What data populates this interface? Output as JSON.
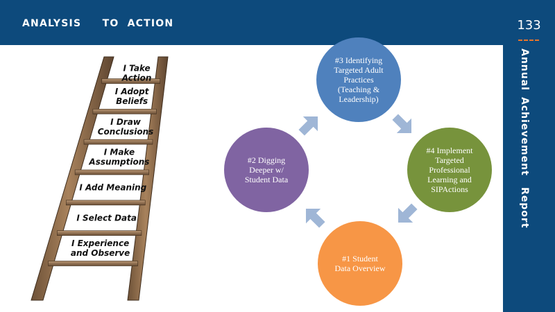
{
  "header": {
    "title": "ANALYSIS     TO  ACTION"
  },
  "sidebar": {
    "page_number": "133",
    "words": [
      "Annual",
      "Achievement",
      "Report"
    ],
    "accent_color": "#e8742a"
  },
  "colors": {
    "brand_blue": "#0d4a7c",
    "arrow": "#9fb6d6"
  },
  "ladder": {
    "rungs": [
      [
        "I Take",
        "Action"
      ],
      [
        "I Adopt",
        "Beliefs"
      ],
      [
        "I Draw",
        "Conclusions"
      ],
      [
        "I Make",
        "Assumptions"
      ],
      [
        "I Add Meaning"
      ],
      [
        "I Select Data"
      ],
      [
        "I Experience",
        "and Observe"
      ]
    ]
  },
  "cycle": {
    "steps": [
      {
        "name": "step-3",
        "lines": [
          "#3 Identifying",
          "Targeted Adult",
          "Practices",
          "(Teaching &",
          "Leadership)"
        ],
        "color": "#4f81bd"
      },
      {
        "name": "step-4",
        "lines": [
          "#4 Implement",
          "Targeted",
          "Professional",
          "Learning and",
          "SIPActions"
        ],
        "color": "#77933c"
      },
      {
        "name": "step-1",
        "lines": [
          "#1 Student",
          "Data Overview"
        ],
        "color": "#f79646"
      },
      {
        "name": "step-2",
        "lines": [
          "#2 Digging",
          "Deeper w/",
          "Student Data"
        ],
        "color": "#8064a2"
      }
    ]
  }
}
